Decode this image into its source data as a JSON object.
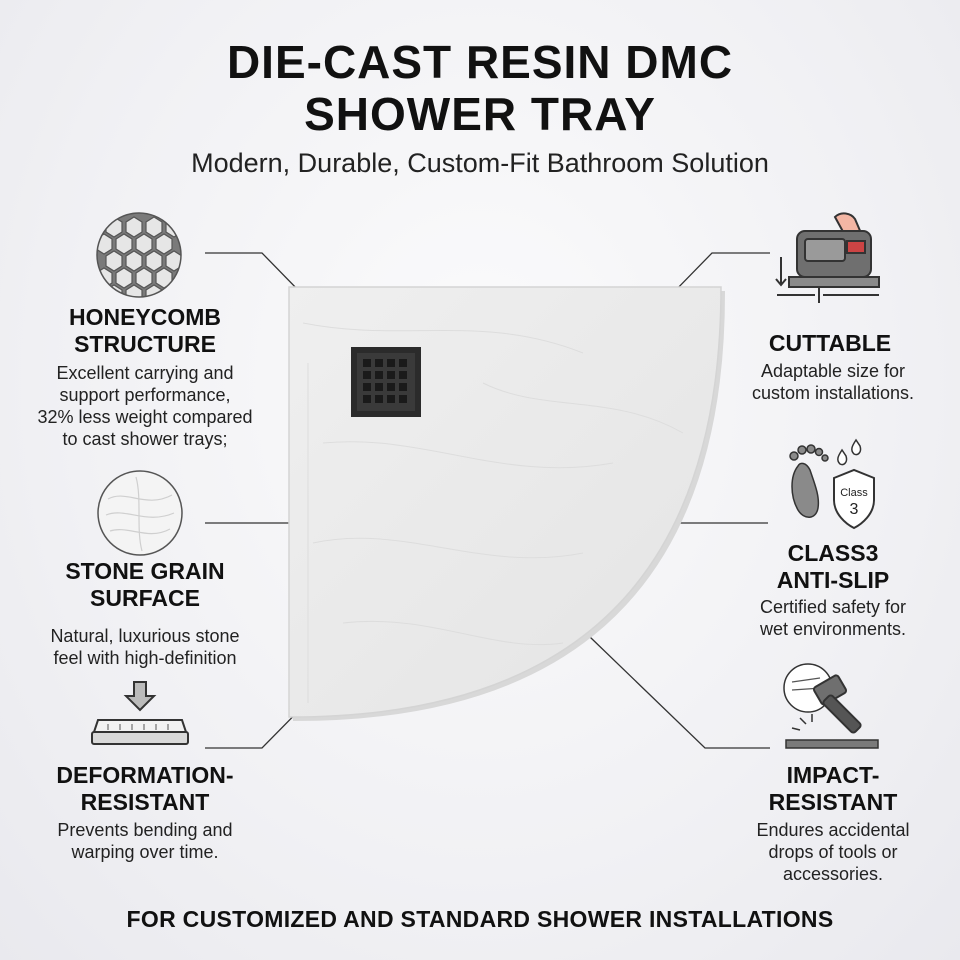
{
  "header": {
    "title_line1": "DIE-CAST RESIN DMC",
    "title_line2": "SHOWER TRAY",
    "subtitle": "Modern, Durable, Custom-Fit Bathroom Solution"
  },
  "features": {
    "honeycomb": {
      "title1": "HONEYCOMB",
      "title2": "STRUCTURE",
      "desc": [
        "Excellent carrying and",
        "support performance,",
        "32% less weight compared",
        "to cast shower trays;"
      ]
    },
    "stone": {
      "title1": "STONE GRAIN",
      "title2": "SURFACE",
      "desc": [
        "Natural, luxurious stone",
        "feel with high-definition"
      ]
    },
    "deformation": {
      "title1": "DEFORMATION-",
      "title2": "RESISTANT",
      "desc": [
        "Prevents bending and",
        "warping over time."
      ]
    },
    "cuttable": {
      "title1": "CUTTABLE",
      "desc": [
        "Adaptable size for",
        "custom installations."
      ]
    },
    "antislip": {
      "title1": "CLASS3",
      "title2": "ANTI-SLIP",
      "desc": [
        "Certified safety for",
        "wet environments."
      ],
      "badge_text1": "Class",
      "badge_text2": "3"
    },
    "impact": {
      "title1": "IMPACT-",
      "title2": "RESISTANT",
      "desc": [
        "Endures accidental",
        "drops of tools or",
        "accessories."
      ]
    }
  },
  "footer": "FOR CUSTOMIZED AND STANDARD SHOWER INSTALLATIONS",
  "colors": {
    "text": "#111111",
    "tray": "#ececec",
    "drain": "#2b2b2b",
    "line": "#333333"
  }
}
